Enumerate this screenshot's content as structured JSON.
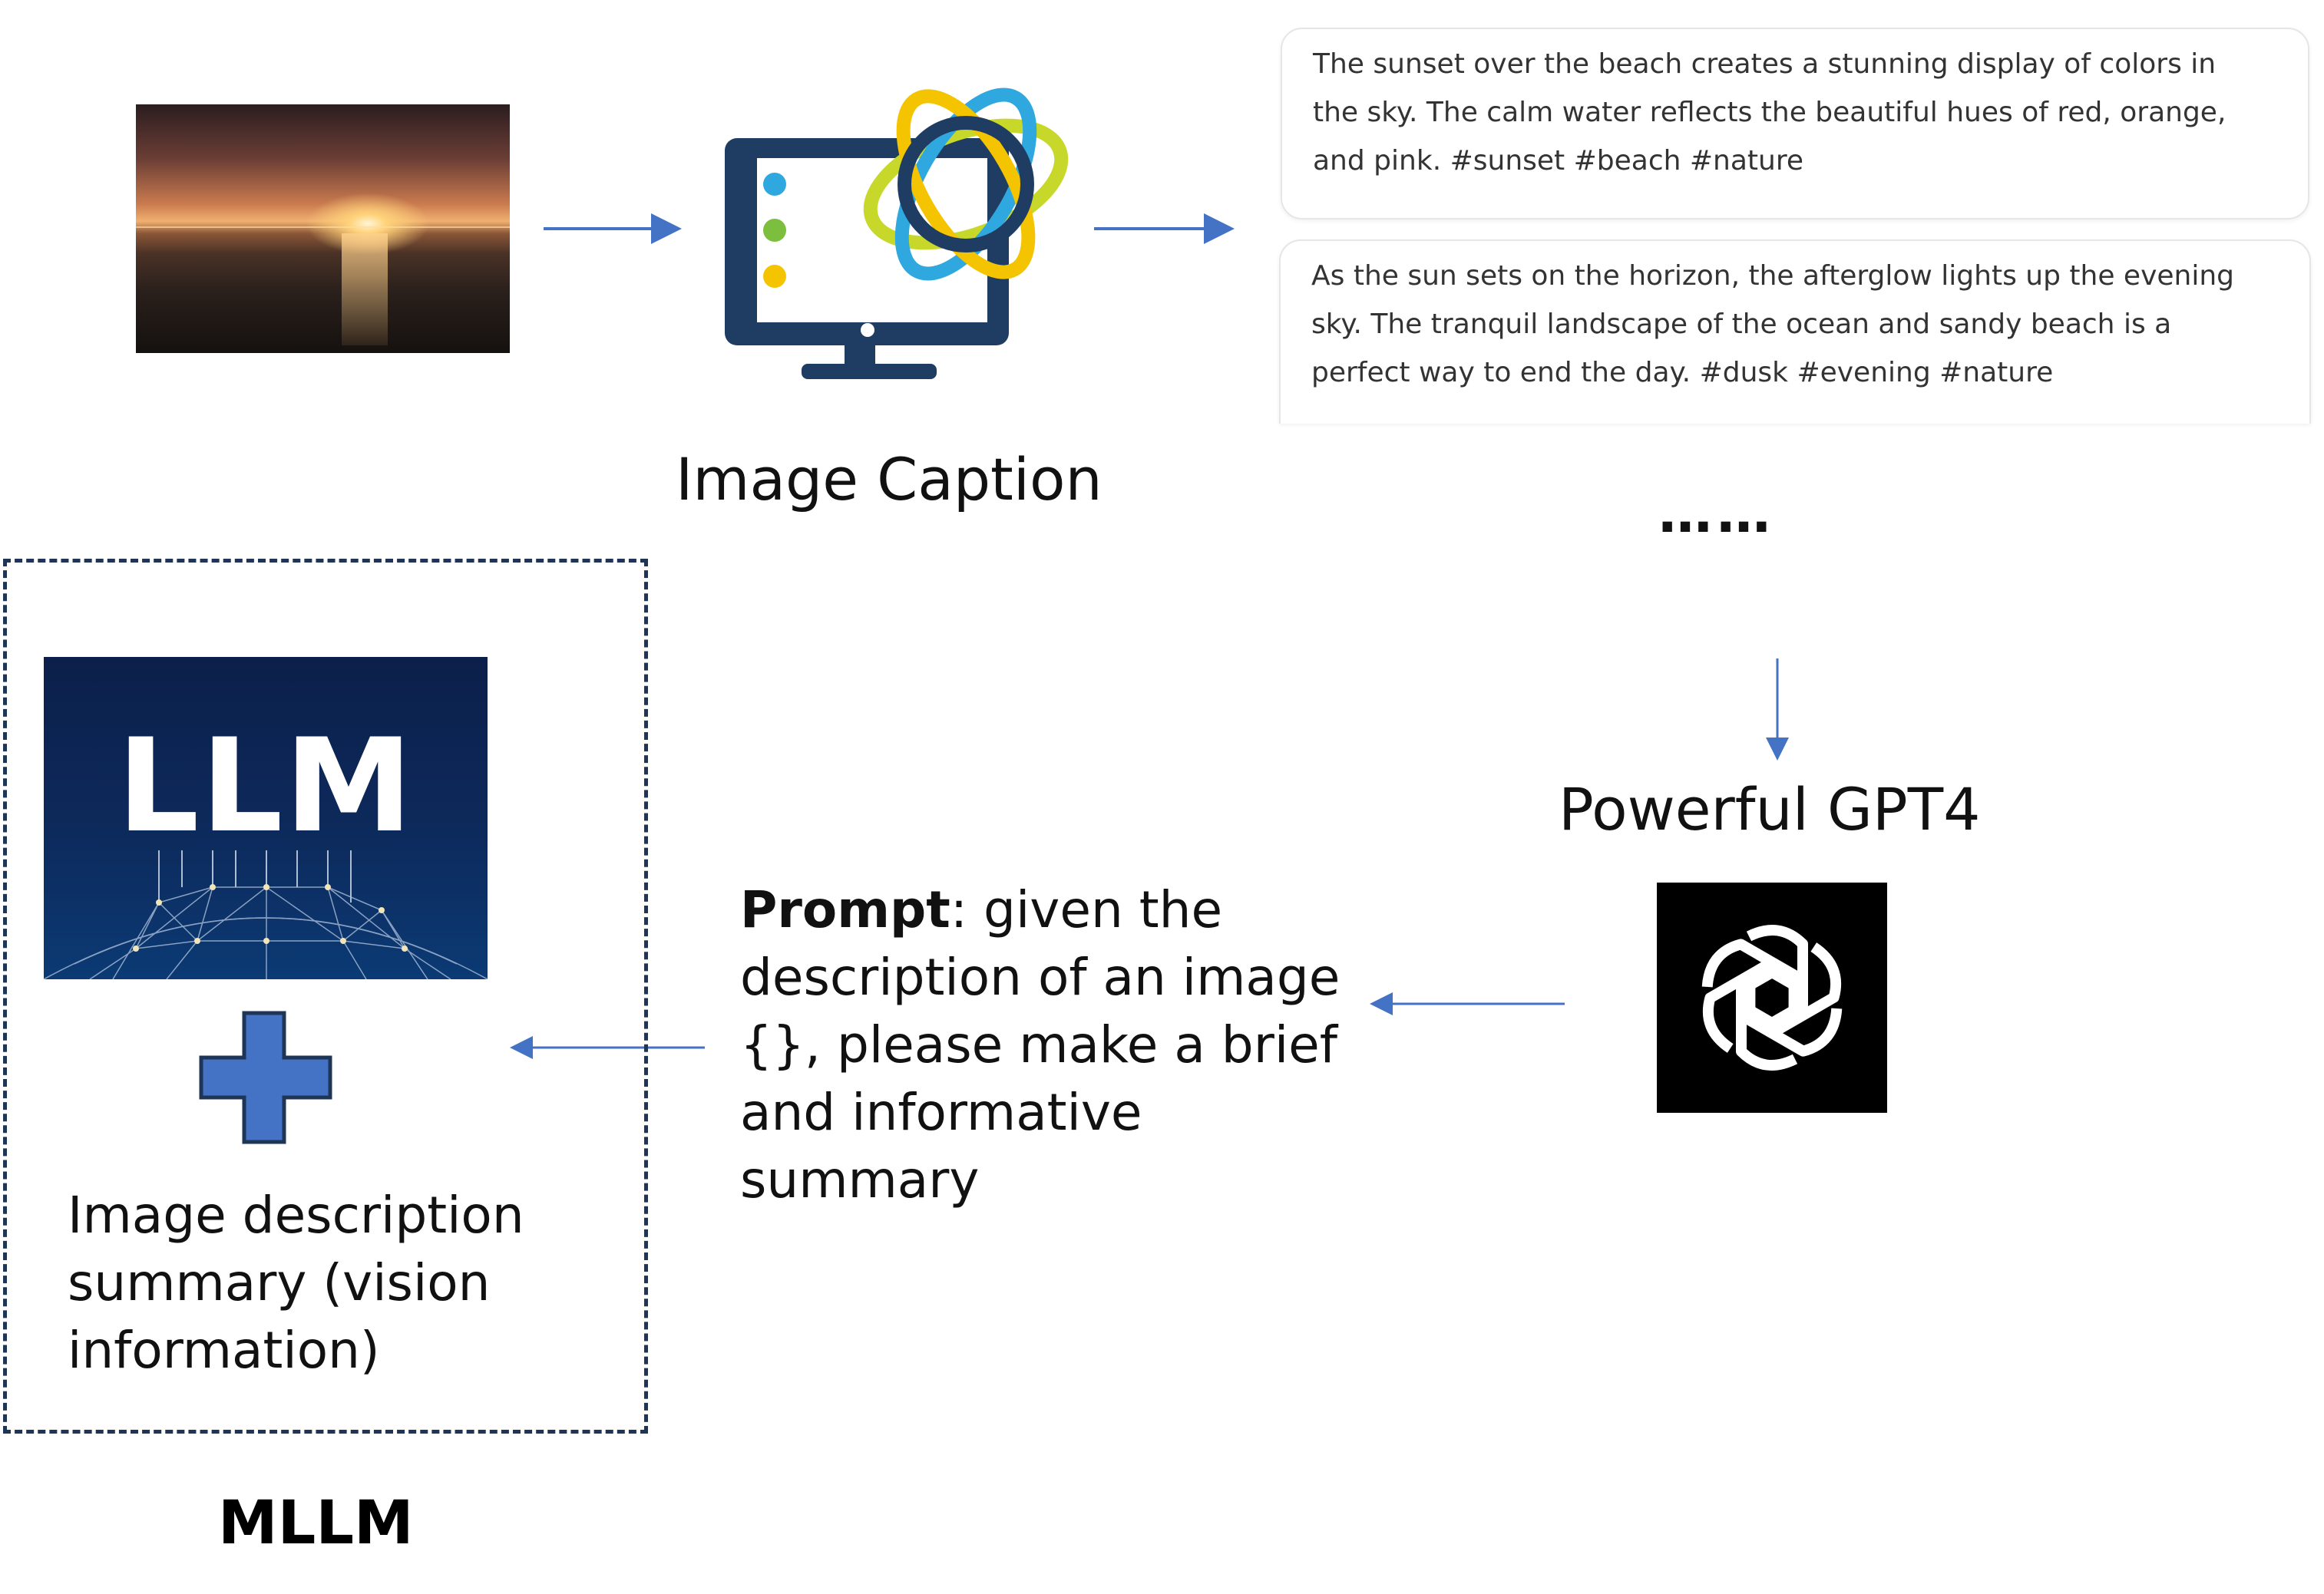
{
  "captions": [
    "The sunset over the beach creates a stunning display of colors in the sky. The calm water reflects the beautiful hues of red, orange, and pink. #sunset #beach #nature",
    "As the sun sets on the horizon, the afterglow lights up the evening sky. The tranquil landscape of the ocean and sandy beach is a perfect way to end the day. #dusk #evening #nature"
  ],
  "caption_lines": {
    "c1": [
      "The sunset over the beach creates a stunning display of colors in",
      "the sky. The calm water reflects the beautiful hues of red, orange,",
      "and pink. #sunset #beach #nature"
    ],
    "c2": [
      "As the sun sets on the horizon, the afterglow lights up the evening",
      "sky. The tranquil landscape of the ocean and sandy beach is a",
      "perfect way to end the day. #dusk #evening #nature"
    ]
  },
  "labels": {
    "image_caption": "Image Caption",
    "ellipsis": "……",
    "gpt4": "Powerful GPT4",
    "llm": "LLM",
    "mllm": "MLLM",
    "prompt_bold": "Prompt",
    "prompt_rest": ": given the description of an image {}, please make a brief and informative summary",
    "summary": "Image description summary (vision information)"
  },
  "colors": {
    "arrow": "#4472c4",
    "plus": "#4472c4",
    "box_border": "#1f3556",
    "monitor": "#1f3d63"
  },
  "icons": [
    "sunset-photo",
    "computer-monitor-atom-icon",
    "llm-network-image",
    "plus-icon",
    "openai-logo-icon"
  ]
}
